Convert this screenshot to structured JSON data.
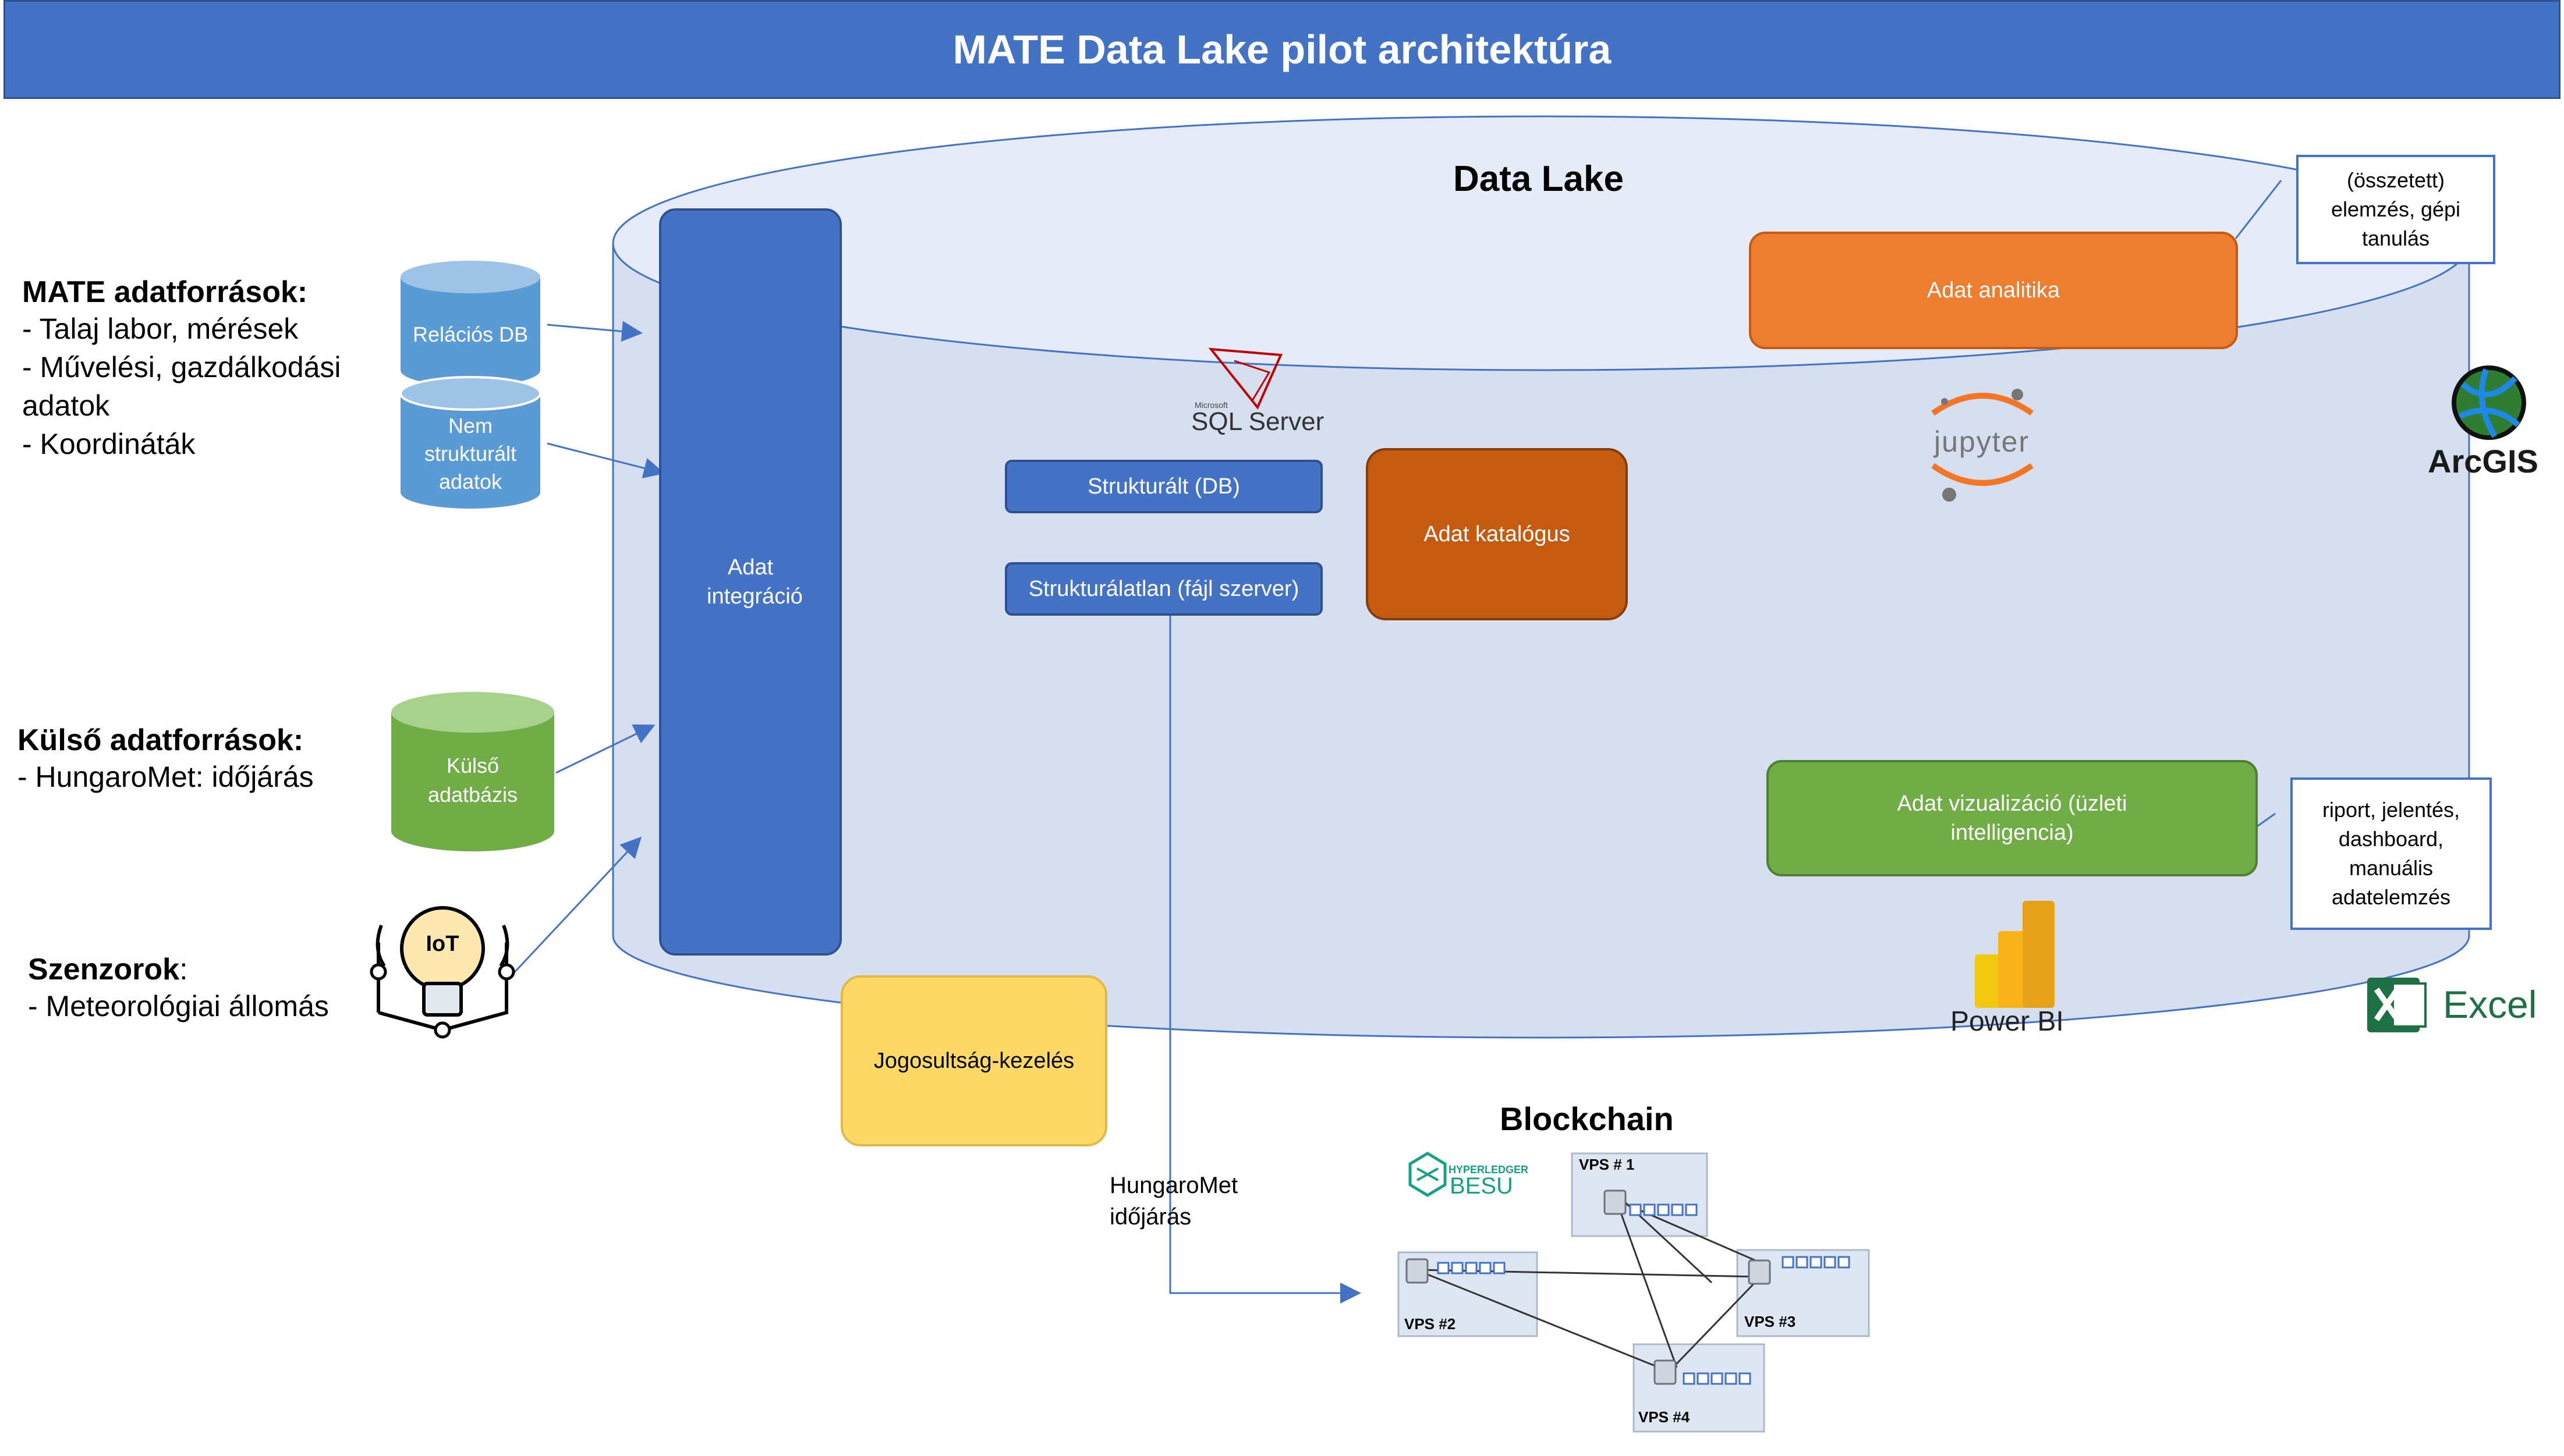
{
  "title": "MATE Data Lake pilot architektúra",
  "data_lake_label": "Data Lake",
  "sources": {
    "mate": {
      "heading": "MATE adatforrások:",
      "lines": [
        "- Talaj labor, mérések",
        "- Művelési, gazdálkodási",
        "adatok",
        "- Koordináták"
      ]
    },
    "external": {
      "heading": "Külső adatforrások:",
      "lines": [
        "- HungaroMet: időjárás"
      ]
    },
    "sensors": {
      "heading": "Szenzorok",
      "heading_suffix": ":",
      "lines": [
        "- Meteorológiai állomás"
      ]
    }
  },
  "cylinders": {
    "relational": "Relációs DB",
    "unstructured": "Nem strukturált adatok",
    "external_db": "Külső adatbázis"
  },
  "iot_icon_text": "IoT",
  "integration": "Adat integráció",
  "structured": "Strukturált (DB)",
  "unstructured_fs": "Strukturálatlan (fájl szerver)",
  "catalog": "Adat katalógus",
  "analytics": "Adat analitika",
  "visualization": "Adat vizualizáció (üzleti intelligencia)",
  "access": "Jogosultság-kezelés",
  "callout_analytics": "(összetett) elemzés, gépi tanulás",
  "callout_viz": "riport, jelentés, dashboard, manuális adatelemzés",
  "logos": {
    "sqlserver_small": "Microsoft",
    "sqlserver": "SQL Server",
    "jupyter": "jupyter",
    "arcgis": "ArcGIS",
    "powerbi": "Power BI",
    "excel": "Excel",
    "hyperledger": "HYPERLEDGER",
    "besu": "BESU"
  },
  "blockchain": {
    "title": "Blockchain",
    "vps": [
      "VPS # 1",
      "VPS #2",
      "VPS #3",
      "VPS #4"
    ]
  },
  "hungaromet_note": "HungaroMet időjárás",
  "colors": {
    "banner": "#4472c4",
    "integration": "#4472c4",
    "analytics": "#ed7d31",
    "catalog": "#c55a11",
    "visualization": "#70ad47",
    "access": "#ffd966",
    "cylinder_blue": "#5b9bd5",
    "cylinder_green": "#70ad47"
  }
}
